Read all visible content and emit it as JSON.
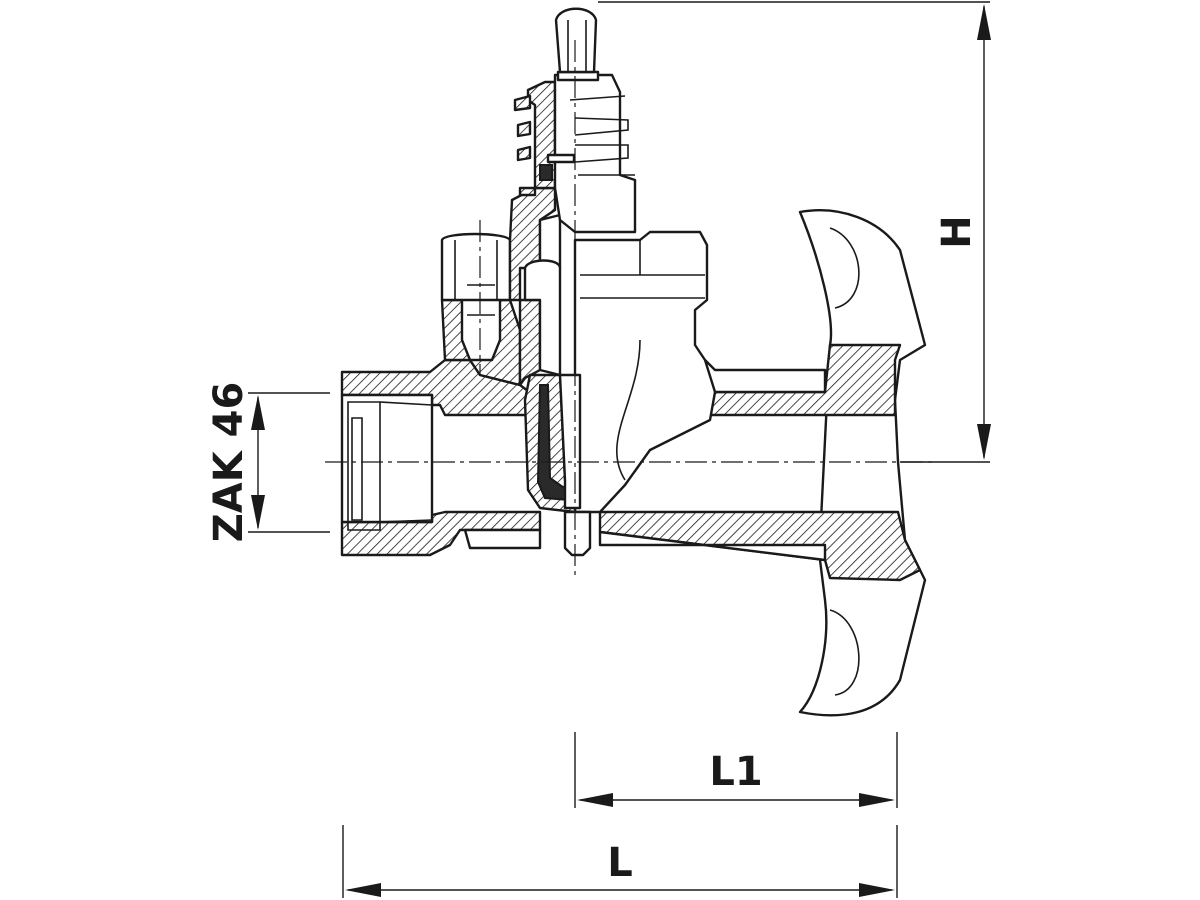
{
  "dimensions": {
    "height_label": "H",
    "inlet_label": "ZAK 46",
    "partial_length_label": "L1",
    "total_length_label": "L"
  },
  "colors": {
    "line": "#1a1a1a",
    "background": "#ffffff"
  }
}
